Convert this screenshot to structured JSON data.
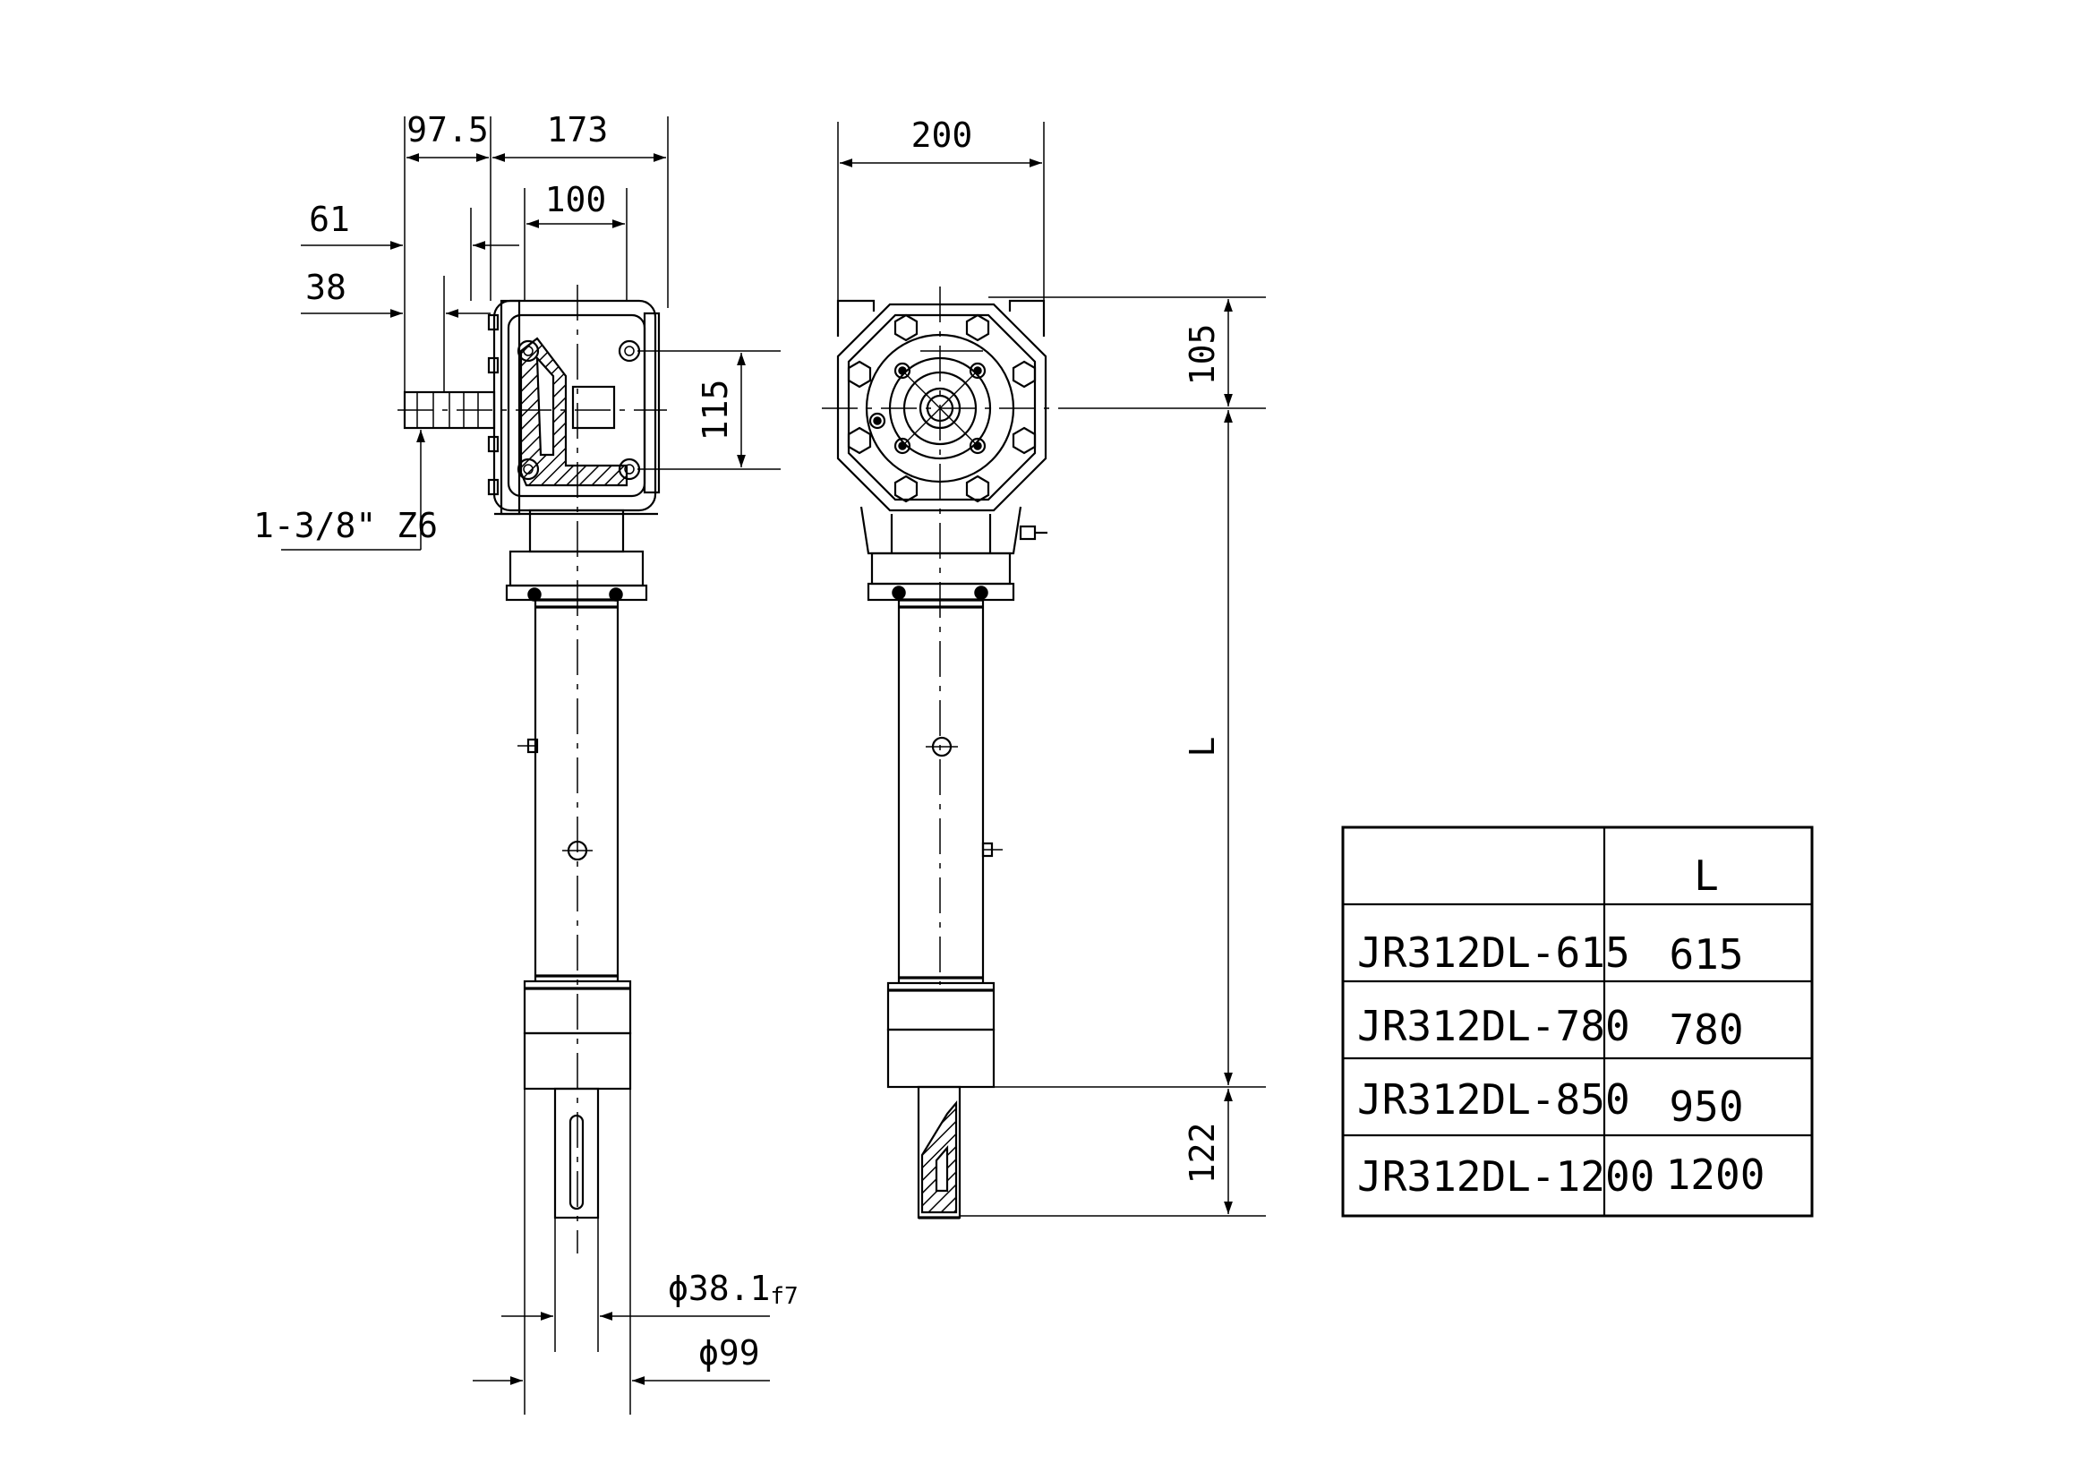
{
  "dimensions": {
    "d_97_5": "97.5",
    "d_173": "173",
    "d_100": "100",
    "d_61": "61",
    "d_38": "38",
    "d_115": "115",
    "d_200": "200",
    "d_105": "105",
    "d_L": "L",
    "d_122": "122",
    "shaft_spec": "1-3/8\" Z6",
    "phi_38": "ϕ38.1",
    "phi_38_tol": "f7",
    "phi_99": "ϕ99"
  },
  "table": {
    "header_left": "",
    "header_right": "L",
    "rows": [
      {
        "model": "JR312DL-615",
        "value": "615"
      },
      {
        "model": "JR312DL-780",
        "value": "780"
      },
      {
        "model": "JR312DL-850",
        "value": "950"
      },
      {
        "model": "JR312DL-1200",
        "value": "1200"
      }
    ]
  }
}
